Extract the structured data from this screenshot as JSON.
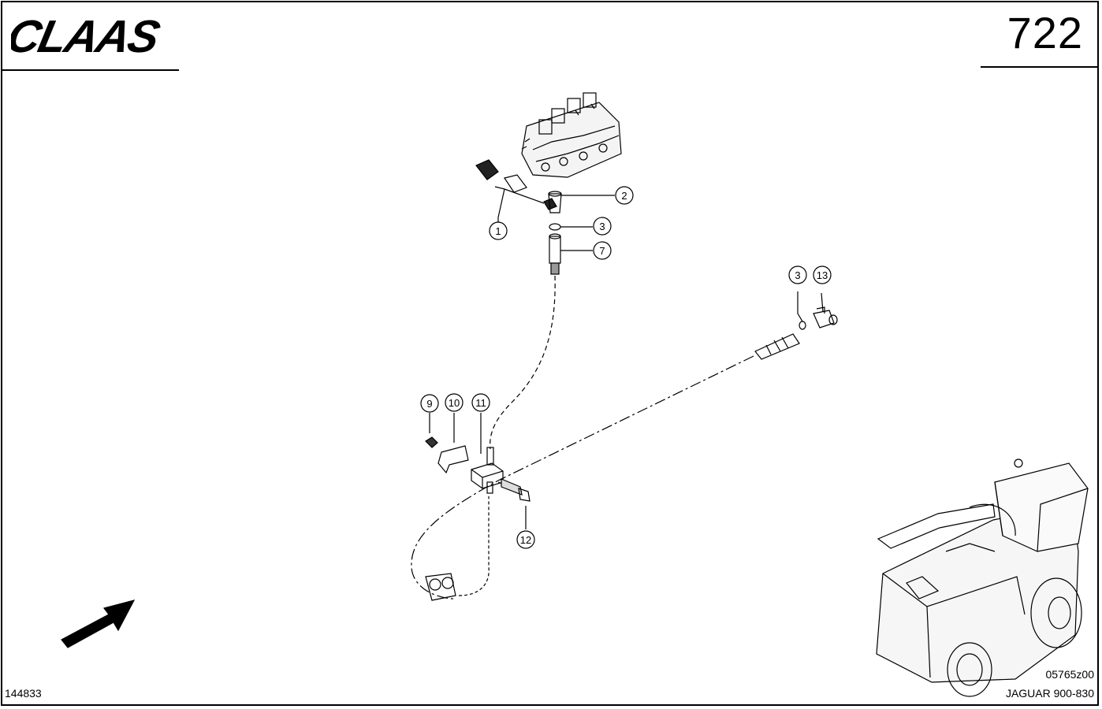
{
  "header": {
    "brand": "CLAAS",
    "page_number": "722"
  },
  "footer": {
    "document_number": "144833",
    "figure_code": "05765z00",
    "model": "JAGUAR 900-830"
  },
  "callouts": [
    "1",
    "2",
    "3",
    "7",
    "3",
    "13",
    "9",
    "10",
    "11",
    "12"
  ]
}
